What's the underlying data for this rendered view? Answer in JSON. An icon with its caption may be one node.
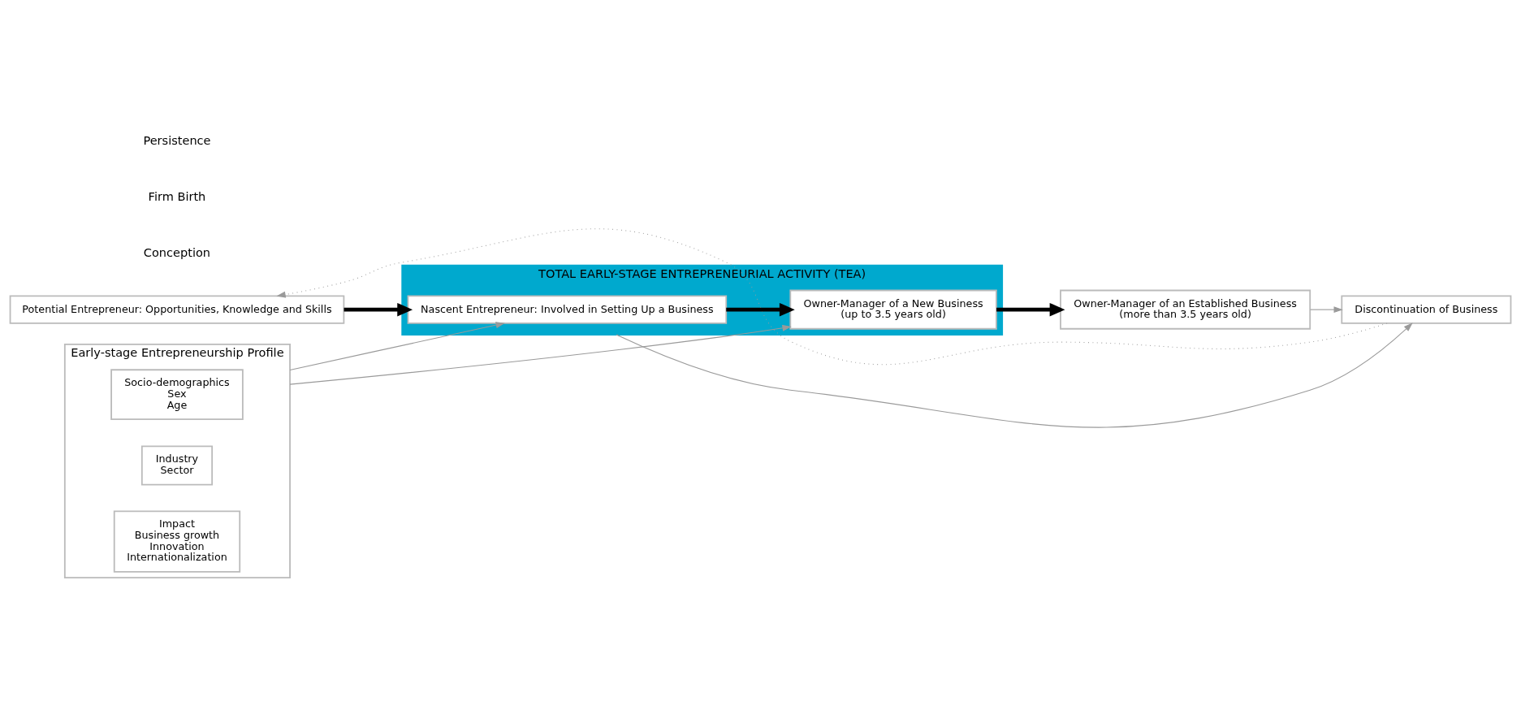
{
  "diagram": {
    "nodes": [
      {
        "text": [
          "Discontinuation of Business"
        ]
      },
      {
        "text": [
          "TOTAL EARLY-STAGE ENTREPRENEURIAL ACTIVITY (TEA)"
        ]
      },
      {
        "text": [
          "Potential Entrepreneur: Opportunities, Knowledge and Skills"
        ]
      },
      {
        "text": [
          "Nascent Entrepreneur: Involved in Setting Up a Business"
        ],
        "in": 1
      },
      {
        "text": [
          "Owner-Manager of a New Business",
          "(up to 3.5 years old)"
        ],
        "in": 1
      },
      {
        "text": [
          "Owner-Manager of an Established Business",
          "(more than 3.5 years old)"
        ]
      },
      {
        "text": [
          "Early-stage Entrepreneurship Profile"
        ]
      },
      {
        "text": [
          "Socio-demographics",
          "Sex",
          "Age"
        ],
        "in": 6
      },
      {
        "text": [
          "Industry",
          "Sector"
        ],
        "in": 6
      },
      {
        "text": [
          "Impact",
          "Business growth",
          "Innovation",
          "Internationalization"
        ],
        "in": 6
      }
    ],
    "edges": [
      {
        "from": 0,
        "to": 2,
        "arrow": "to",
        "style": "dashed"
      },
      {
        "from": 1,
        "to": 0,
        "arrow": "to"
      },
      {
        "from": 5,
        "to": 0,
        "arrow": "to"
      },
      {
        "from": 2,
        "to": 3,
        "arrow": "to",
        "style": "thick",
        "color": "#000000"
      },
      {
        "from": 3,
        "to": 4,
        "arrow": "to",
        "style": "thick",
        "color": "#000000"
      },
      {
        "from": 4,
        "to": 5,
        "arrow": "to",
        "style": "thick",
        "color": "#000000"
      },
      {
        "from": 6,
        "to": 3,
        "arrow": "to"
      },
      {
        "from": 6,
        "to": 4,
        "arrow": "to"
      }
    ],
    "labels": [
      "Conception",
      "Firm Birth",
      "Persistence"
    ]
  }
}
